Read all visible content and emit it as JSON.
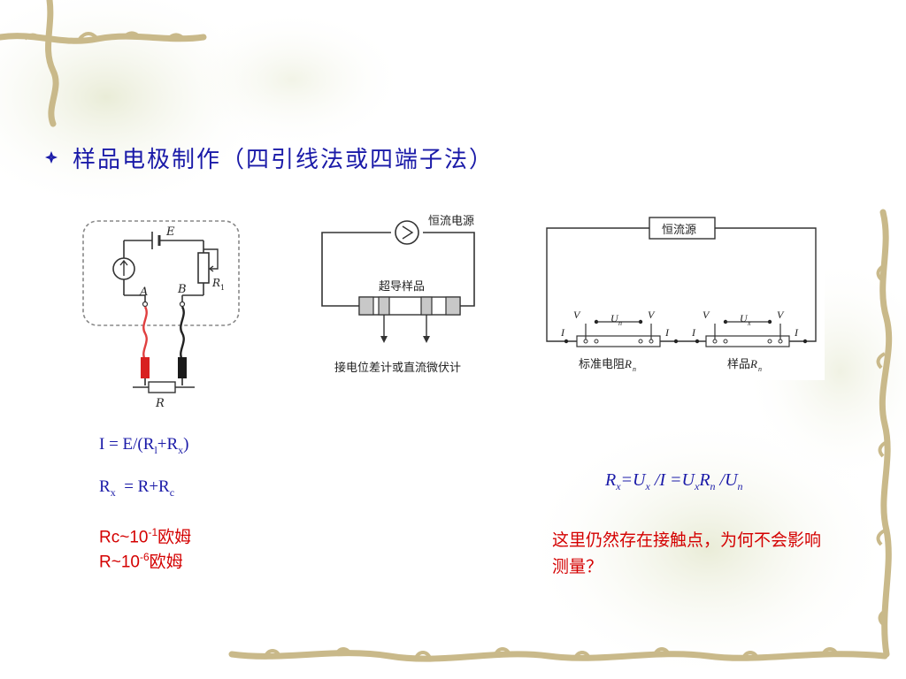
{
  "slide": {
    "title": "样品电极制作（四引线法或四端子法）",
    "colors": {
      "title": "#1a1aa8",
      "red": "#d40000",
      "formula": "#1a1aa8"
    }
  },
  "fig1": {
    "label_E": "E",
    "label_A": "A",
    "label_B": "B",
    "label_R1": "R",
    "label_R1_sub": "1",
    "label_R": "R"
  },
  "fig2": {
    "source_label": "恒流电源",
    "sample_label": "超导样品",
    "meter_label": "接电位差计或直流微伏计"
  },
  "fig3": {
    "source_label": "恒流源",
    "V_minus": "V",
    "V_plus": "V",
    "U_n": "U",
    "U_n_sub": "n",
    "U_x": "U",
    "U_x_sub": "x",
    "I_minus": "I",
    "I_plus": "I",
    "standard_label": "标准电阻",
    "standard_R": "R",
    "standard_R_sub": "n",
    "sample_label": "样品",
    "sample_R": "R",
    "sample_R_sub": "n"
  },
  "formulas": {
    "line1_a": "I = E/(R",
    "line1_sub1": "l",
    "line1_b": "+R",
    "line1_sub2": "x",
    "line1_c": ")",
    "line2_a": "R",
    "line2_sub1": "x",
    "line2_b": "  = R+R",
    "line2_sub2": "c",
    "rc_a": "Rc~10",
    "rc_sup": "-1",
    "rc_b": "欧姆",
    "r_a": "R~10",
    "r_sup": "-6",
    "r_b": "欧姆"
  },
  "right_formula": {
    "p1": "R",
    "s1": "x",
    "p2": "=U",
    "s2": "x",
    "p3": " /I =U",
    "s3": "x",
    "p4": "R",
    "s4": "n",
    "p5": " /U",
    "s5": "n"
  },
  "question": "这里仍然存在接触点，为何不会影响测量？"
}
